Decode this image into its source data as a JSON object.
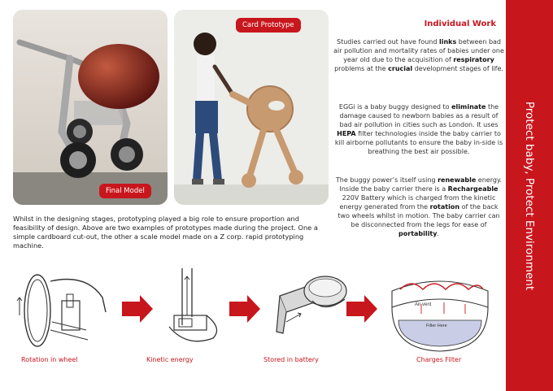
{
  "header": {
    "title": "Individual Work"
  },
  "photos": {
    "final_model": {
      "label": "Final Model"
    },
    "card_prototype": {
      "label": "Card Prototype"
    }
  },
  "right_column": {
    "p1": [
      {
        "t": "Studies carried out have found ",
        "b": false
      },
      {
        "t": "links",
        "b": true
      },
      {
        "t": " between bad air pollution and mortality rates of babies under one year old due to the acquisition of ",
        "b": false
      },
      {
        "t": "respiratory",
        "b": true
      },
      {
        "t": " problems at the ",
        "b": false
      },
      {
        "t": "crucial",
        "b": true
      },
      {
        "t": " development stages of life.",
        "b": false
      }
    ],
    "p2": [
      {
        "t": "EGGi is a baby buggy designed to ",
        "b": false
      },
      {
        "t": "eliminate",
        "b": true
      },
      {
        "t": " the damage caused to newborn babies as a result of bad air pollution in cities such as London. It uses ",
        "b": false
      },
      {
        "t": "HEPA",
        "b": true
      },
      {
        "t": " filter technologies inside the baby carrier to kill airborne pollutants to ensure the baby in-side is breathing the best air possible.",
        "b": false
      }
    ],
    "p3": [
      {
        "t": "The buggy power’s itself using ",
        "b": false
      },
      {
        "t": "renewable",
        "b": true
      },
      {
        "t": " energy. Inside the baby carrier there is a ",
        "b": false
      },
      {
        "t": "Rechargeable",
        "b": true
      },
      {
        "t": " 220V Battery which is charged from the kinetic energy generated from the ",
        "b": false
      },
      {
        "t": "rotation",
        "b": true
      },
      {
        "t": " of the back two wheels whilst in motion. The baby carrier can be disconnected from the legs for ease of ",
        "b": false
      },
      {
        "t": "portability",
        "b": true
      },
      {
        "t": ".",
        "b": false
      }
    ]
  },
  "left_para": "Whilst in the designing stages, prototyping played a big role to ensure proportion and feasibility of design. Above are two examples of prototypes made during the project. One a simple cardboard cut-out, the other a scale model made on a Z corp. rapid prototyping machine.",
  "side_banner": {
    "text": "Protect baby, Protect Environment"
  },
  "process": {
    "steps": [
      {
        "caption": "Rotation in wheel"
      },
      {
        "caption": "Kinetic energy"
      },
      {
        "caption": "Stored in battery"
      },
      {
        "caption": "Charges Filter"
      }
    ],
    "air_vent_label": "Air vent",
    "filter_label": "Filter Here"
  },
  "colors": {
    "accent": "#c8161d"
  }
}
